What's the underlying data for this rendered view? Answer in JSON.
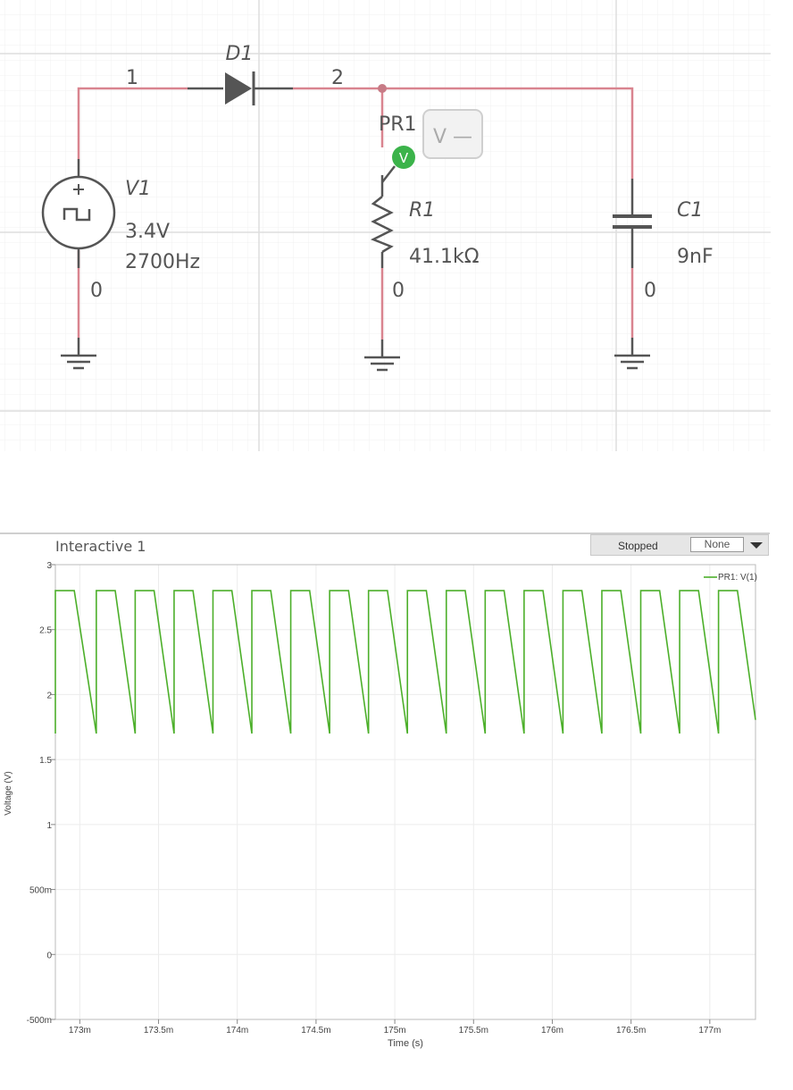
{
  "schematic": {
    "nodes": [
      "1",
      "2",
      "0"
    ],
    "d1_label": "D1",
    "v1": {
      "name": "V1",
      "amplitude": "3.4V",
      "frequency": "2700Hz"
    },
    "r1": {
      "name": "R1",
      "value": "41.1kΩ"
    },
    "c1": {
      "name": "C1",
      "value": "9nF"
    },
    "probe": {
      "name": "PR1",
      "badge": "V",
      "readout": "V —"
    },
    "colors": {
      "wire": "#d9848f",
      "component": "#555555",
      "probe": "#3bb34a"
    }
  },
  "plot_panel": {
    "title": "Interactive 1",
    "status": "Stopped",
    "select_value": "None"
  },
  "chart_data": {
    "type": "line",
    "ylabel": "Voltage (V)",
    "xlabel": "Time (s)",
    "yticks": [
      "-500m",
      "0",
      "500m",
      "1",
      "1.5",
      "2",
      "2.5",
      "3"
    ],
    "xticks": [
      "173m",
      "173.5m",
      "174m",
      "174.5m",
      "175m",
      "175.5m",
      "176m",
      "176.5m",
      "177m"
    ],
    "ylim": [
      -0.5,
      3
    ],
    "xlim": [
      172.845,
      177.29
    ],
    "grid": true,
    "legend": "top-right",
    "series": [
      {
        "name": "PR1: V(1)",
        "color": "#4caf2a",
        "period_ms": 0.2469,
        "start_ms": 172.845,
        "high": 2.8,
        "low": 1.7,
        "flat_ms": 0.12,
        "first_cycle_offset_ms": 0.013
      }
    ]
  }
}
